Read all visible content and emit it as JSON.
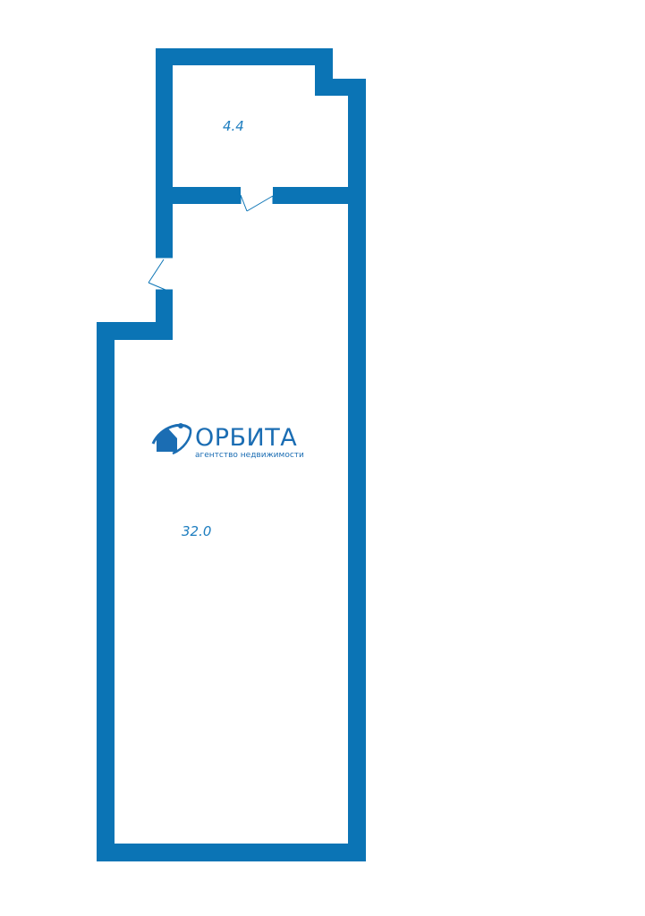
{
  "rooms": [
    {
      "id": "small-room",
      "area_label": "4.4"
    },
    {
      "id": "main-room",
      "area_label": "32.0"
    }
  ],
  "logo": {
    "name": "ОРБИТА",
    "tagline": "агентство недвижимости"
  },
  "colors": {
    "wall": "#0b74b5",
    "text": "#1d7dbf",
    "logo": "#1b6db3",
    "background": "#ffffff"
  }
}
